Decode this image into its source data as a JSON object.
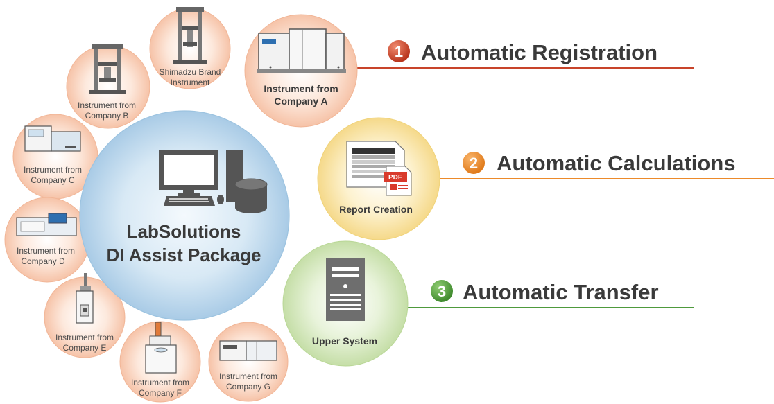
{
  "center": {
    "line1": "LabSolutions",
    "line2": "DI Assist Package"
  },
  "instruments": {
    "shimadzu": {
      "line1": "Shimadzu Brand",
      "line2": "Instrument"
    },
    "company_a": {
      "line1": "Instrument from",
      "line2": "Company A"
    },
    "company_b": {
      "line1": "Instrument from",
      "line2": "Company B"
    },
    "company_c": {
      "line1": "Instrument from",
      "line2": "Company C"
    },
    "company_d": {
      "line1": "Instrument from",
      "line2": "Company D"
    },
    "company_e": {
      "line1": "Instrument from",
      "line2": "Company E"
    },
    "company_f": {
      "line1": "Instrument from",
      "line2": "Company F"
    },
    "company_g": {
      "line1": "Instrument from",
      "line2": "Company G"
    }
  },
  "report": {
    "label": "Report Creation",
    "pdf_badge": "PDF"
  },
  "upper": {
    "label": "Upper System"
  },
  "steps": [
    {
      "number": "1",
      "label": "Automatic Registration",
      "color": "#c8442a"
    },
    {
      "number": "2",
      "label": "Automatic Calculations",
      "color": "#ec8a2a"
    },
    {
      "number": "3",
      "label": "Automatic Transfer",
      "color": "#4e9a3c"
    }
  ],
  "colors": {
    "peach_circle": "#fbd9c8",
    "yellow_circle": "#fbeab5",
    "green_circle": "#dcecc4",
    "center_circle": "#cfe3f1"
  }
}
